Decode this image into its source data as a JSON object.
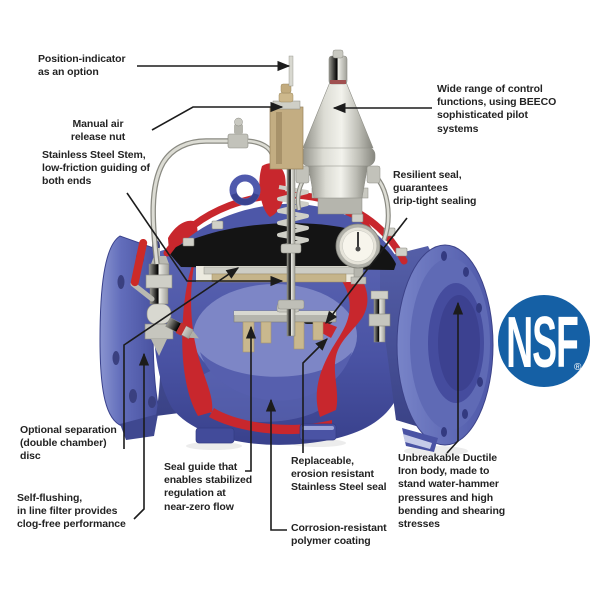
{
  "page": {
    "background": "#ffffff"
  },
  "callouts": {
    "position_indicator": {
      "text": "Position-indicator\nas an option"
    },
    "manual_air": {
      "text": "Manual air\nrelease nut"
    },
    "stainless_stem": {
      "text": "Stainless Steel Stem,\nlow-friction guiding of\nboth ends"
    },
    "wide_range": {
      "text": "Wide range of control\nfunctions, using BEECO\nsophisticated pilot\nsystems"
    },
    "resilient_seal": {
      "text": "Resilient seal,\nguarantees\ndrip-tight sealing"
    },
    "optional_separation": {
      "text": "Optional separation\n(double chamber)\ndisc"
    },
    "self_flushing": {
      "text": "Self-flushing,\nin line filter provides\nclog-free performance"
    },
    "seal_guide": {
      "text": "Seal guide that\nenables stabilized\nregulation at\nnear-zero flow"
    },
    "replaceable_seal": {
      "text": "Replaceable,\nerosion resistant\nStainless Steel seal"
    },
    "corrosion_resistant": {
      "text": "Corrosion-resistant\npolymer coating"
    },
    "unbreakable_body": {
      "text": "Unbreakable Ductile\nIron body, made to\nstand water-hammer\npressures and high\nbending and shearing\nstresses"
    }
  },
  "nsf_logo": {
    "text": "NSF",
    "registered_mark": "®",
    "circle_color": "#1560a5",
    "text_color": "#ffffff"
  },
  "illustration": {
    "colors": {
      "body_blue": "#4e58a8",
      "section_cut_red": "#c8272d",
      "stainless_steel": "#c9c9c3",
      "brass": "#c5b48a",
      "label_text": "#232323",
      "arrow": "#1c1c1c"
    }
  }
}
